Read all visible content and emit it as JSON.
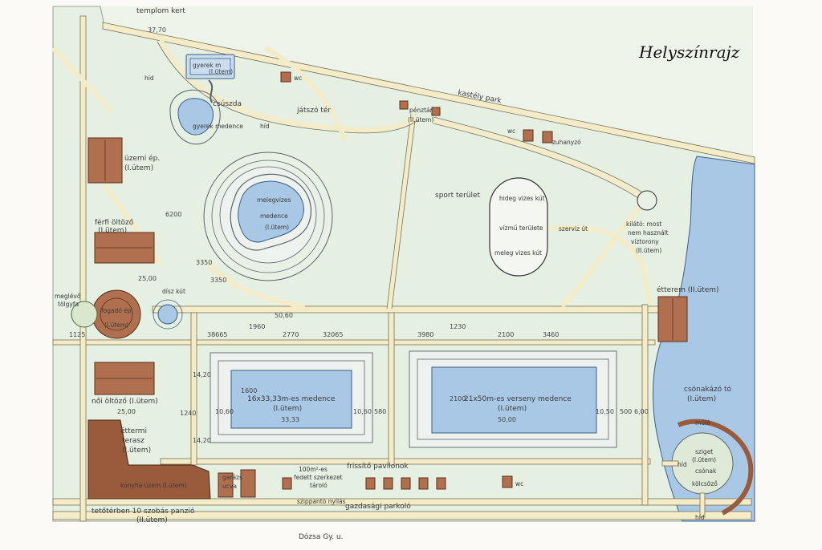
{
  "title": "Helyszínrajz",
  "labels": {
    "templom_kert": "templom kert",
    "kastely_park": "kastély park",
    "jatszo_ter": "játszó tér",
    "penztar": "pénztár",
    "penztar_stage": "(II.ütem)",
    "wc": "wc",
    "zuhanyzo": "zuhanyzó",
    "gyerek_medence_top": "gyerek m",
    "gyerek_medence_top2": "(I.ütem)",
    "csuszda": "csúszda",
    "gyerek_medence": "gyerek medence",
    "hid": "híd",
    "uzemi_ep": "üzemi ép.",
    "uzemi_ep_stage": "(I.ütem)",
    "melegvizes_medence_1": "melegvizes",
    "melegvizes_medence_2": "medence",
    "melegvizes_medence_3": "(I.ütem)",
    "sport_terulet": "sport terület",
    "hideg_vizes_kut": "hideg vizes kút",
    "vizmu_terulete": "vízmű területe",
    "meleg_vizes_kut": "meleg vizes kút",
    "szerviz_ut": "szerviz út",
    "kilato_1": "kilátó: most",
    "kilato_2": "nem használt",
    "kilato_3": "víztorony",
    "kilato_4": "(II.ütem)",
    "etterem": "étterem (II.ütem)",
    "ferfi_oltozo": "férfi öltöző",
    "ferfi_oltozo_stage": "(I.ütem)",
    "meglevo_tolgyfa_1": "meglévő",
    "meglevo_tolgyfa_2": "tölgyfa",
    "fogado_ep_1": "fogadó ép.",
    "fogado_ep_2": "(I.ütem)",
    "disz_kut": "dísz kút",
    "noi_oltozo": "női öltöző (I.ütem)",
    "ettermi_terasz_1": "éttermi",
    "ettermi_terasz_2": "terasz",
    "ettermi_terasz_3": "(I.ütem)",
    "konyha_uzem": "konyha üzem (I.ütem)",
    "tetoterben_panzio": "tetőtérben 10 szobás panzió",
    "tetoterben_stage": "(II.ütem)",
    "garazs": "garázs",
    "ucva": "ucva",
    "medence_16": "16x33,33m-es medence",
    "medence_16_stage": "(I.ütem)",
    "medence_21": "21x50m-es verseny medence",
    "medence_21_stage": "(I.ütem)",
    "csonakazo_to_1": "csónakázó tó",
    "csonakazo_to_2": "(I.ütem)",
    "mulo": "műló",
    "sziget_1": "sziget",
    "sziget_2": "(I.ütem)",
    "csonakok": "csónak",
    "kolcsonzo": "kölcsöző",
    "harom_100m": "100m²-es",
    "faszi_szerkezet_1": "fedett szerkezet",
    "faszi_szerkezet_2": "tároló",
    "frissito_pavilonok": "frissítő pavilonok",
    "szippantos_nyilas": "szippantó nyílás",
    "gazdasagi_parkolo": "gazdasági parkoló",
    "dozsa": "Dózsa Gy. u."
  },
  "dimensions": {
    "d3770": "37,70",
    "d6200": "6200",
    "d3350a": "3350",
    "d3350b": "3350",
    "d2500a": "25,00",
    "d2500b": "25,00",
    "d1125": "1125",
    "d38665": "38665",
    "d1960": "1960",
    "d5060": "50,60",
    "d2770": "2770",
    "d32065": "32065",
    "d3980": "3980",
    "d1230": "1230",
    "d2100": "2100",
    "d3460": "3460",
    "d1420a": "14,20",
    "d1420b": "14,20",
    "d1240": "1240",
    "d1060a": "10,60",
    "d1060b": "10,60",
    "d1600": "1600",
    "d3333": "33,33",
    "d580": "580",
    "d5000": "50,00",
    "d1050": "10,50",
    "d500": "500",
    "d600": "6,00",
    "d2100b": "2100"
  }
}
